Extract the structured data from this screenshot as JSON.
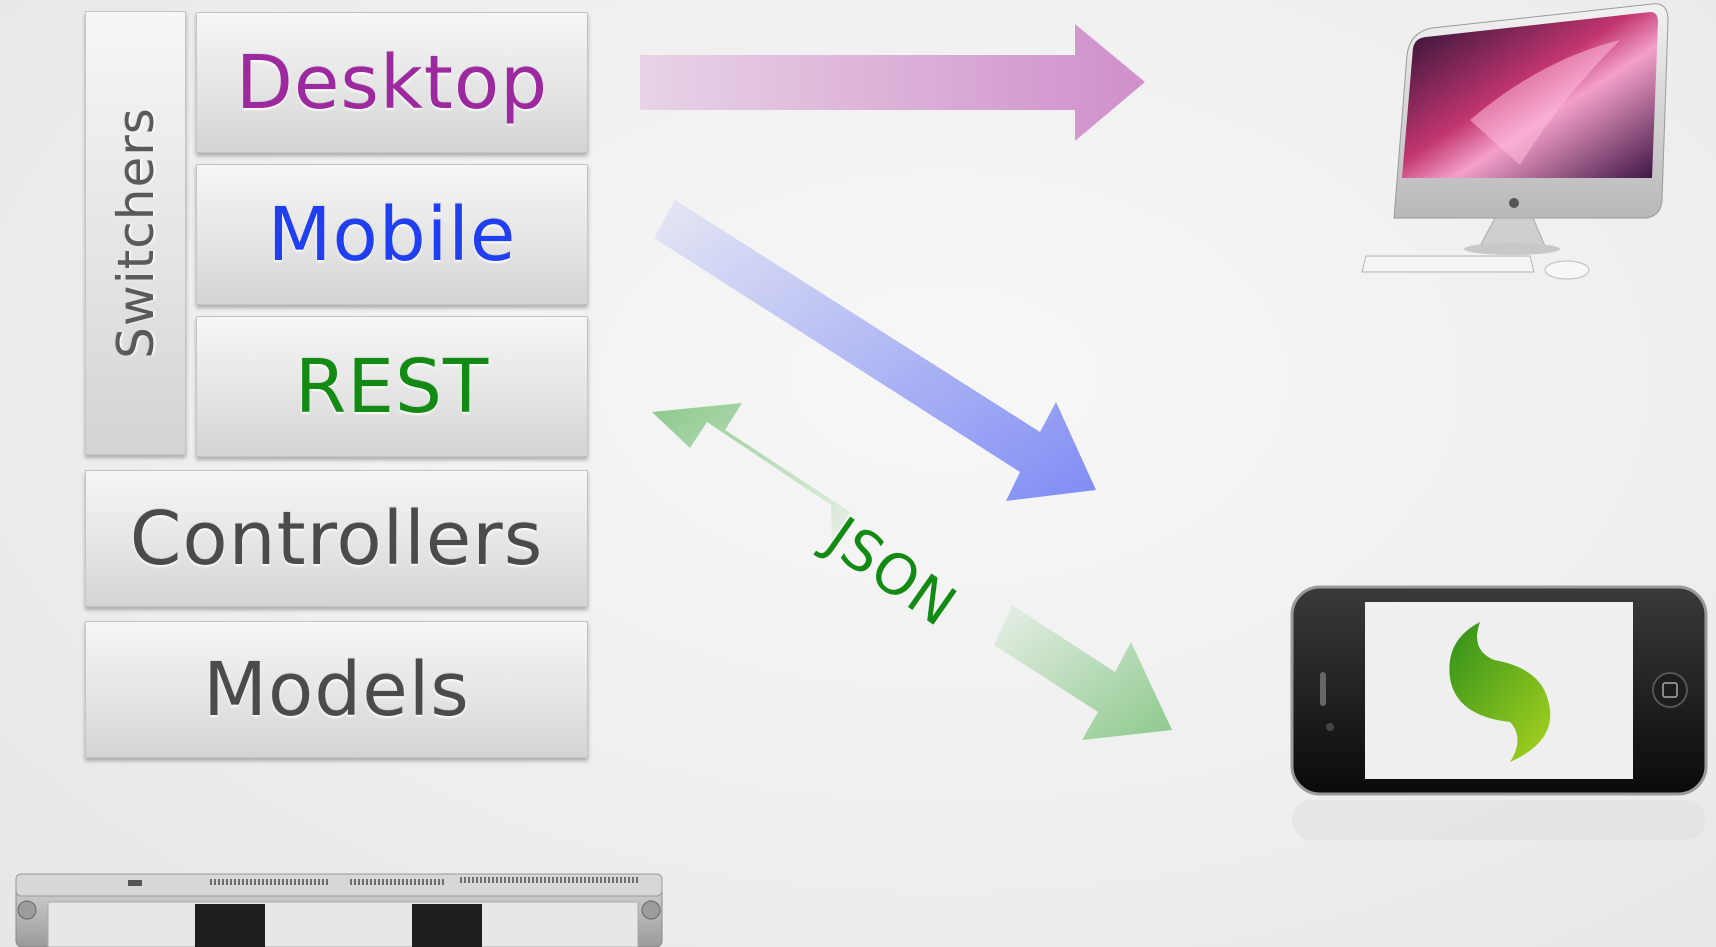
{
  "layers": {
    "switchers": "Switchers",
    "desktop": "Desktop",
    "mobile": "Mobile",
    "rest": "REST",
    "controllers": "Controllers",
    "models": "Models"
  },
  "arrows": {
    "json_label": "JSON"
  },
  "colors": {
    "desktop": "#9c2a9e",
    "mobile": "#1f3ff0",
    "rest": "#138a13",
    "layer_text": "#4b4b4b",
    "arrow_desktop": "#d39ad0",
    "arrow_mobile": "#8a96f5",
    "arrow_json": "#8fcc8f"
  },
  "icons": [
    "desktop-computer-icon",
    "smartphone-icon",
    "server-rack-icon",
    "app-logo-icon"
  ]
}
